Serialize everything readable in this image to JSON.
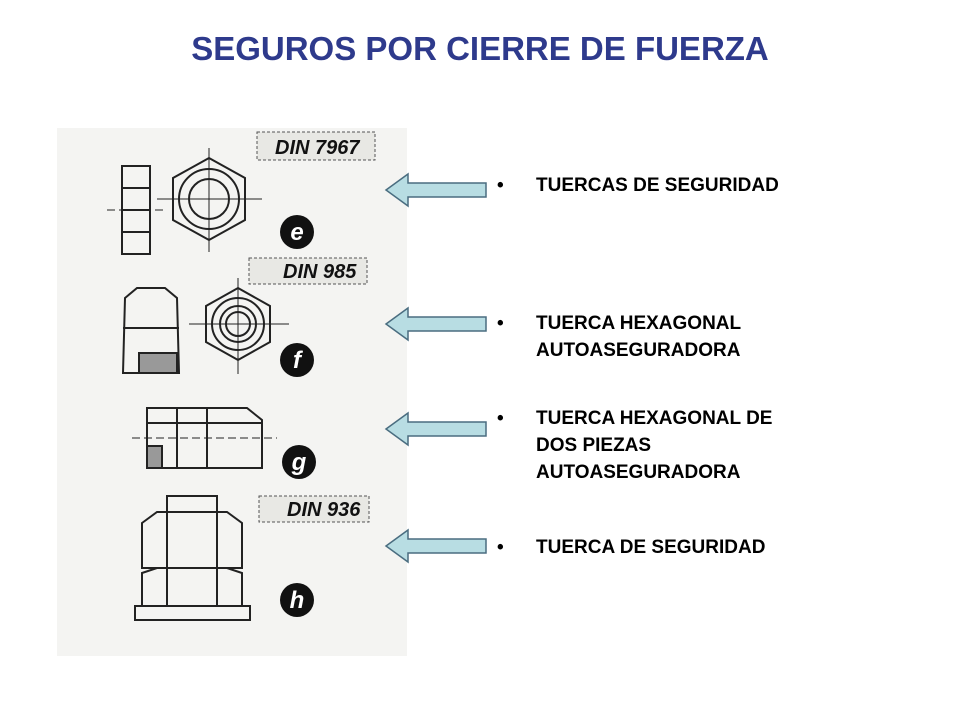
{
  "slide": {
    "title": "SEGUROS POR CIERRE DE FUERZA",
    "title_color": "#2e3a8c"
  },
  "figure": {
    "din_labels": [
      "DIN 7967",
      "DIN 985",
      "DIN 936"
    ],
    "letters": [
      "e",
      "f",
      "g",
      "h"
    ]
  },
  "arrow_color": "#b8dde3",
  "bullets": [
    {
      "marker": "•",
      "text": "TUERCAS DE SEGURIDAD"
    },
    {
      "marker": "•",
      "text": "TUERCA HEXAGONAL\nAUTOASEGURADORA"
    },
    {
      "marker": "•",
      "text": "TUERCA HEXAGONAL DE\nDOS PIEZAS\nAUTOASEGURADORA"
    },
    {
      "marker": "•",
      "text": "TUERCA DE SEGURIDAD"
    }
  ]
}
